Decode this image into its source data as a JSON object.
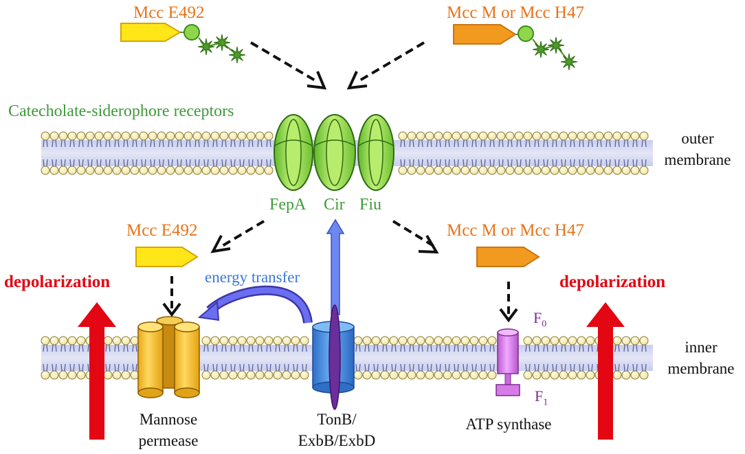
{
  "top": {
    "mcc_e492": "Mcc E492",
    "mcc_m_h47": "Mcc M or Mcc H47"
  },
  "outer": {
    "receptors_title": "Catecholate-siderophore receptors",
    "label_line1": "outer",
    "label_line2": "membrane",
    "receptors": [
      "FepA",
      "Cir",
      "Fiu"
    ]
  },
  "middle": {
    "mcc_e492": "Mcc E492",
    "mcc_m_h47": "Mcc M or Mcc H47",
    "energy_transfer": "energy transfer",
    "depolarization_left": "depolarization",
    "depolarization_right": "depolarization"
  },
  "inner": {
    "label_line1": "inner",
    "label_line2": "membrane",
    "f0_letter": "F",
    "f0_sub": "0",
    "f1_letter": "F",
    "f1_sub": "1"
  },
  "bottom": {
    "mannose_line1": "Mannose",
    "mannose_line2": "permease",
    "tonb_line1": "TonB/",
    "tonb_line2": "ExbB/ExbD",
    "atp": "ATP synthase"
  },
  "colors": {
    "mcc_e492": "#ffe619",
    "mcc_m_h47": "#f29a1f",
    "receptor": "#8cd64a",
    "depolarization_arrow": "#e30613",
    "energy_arrow": "#4a68d8",
    "tonb_complex": "#3a86e0",
    "tonb_protein": "#6a2f9a",
    "mannose_permease": "#f2be2e",
    "atp_synthase": "#d77be8"
  },
  "icons": {
    "peptide_tag": "green-circle-with-star-chain",
    "arrows": "dashed-black-arrow"
  }
}
